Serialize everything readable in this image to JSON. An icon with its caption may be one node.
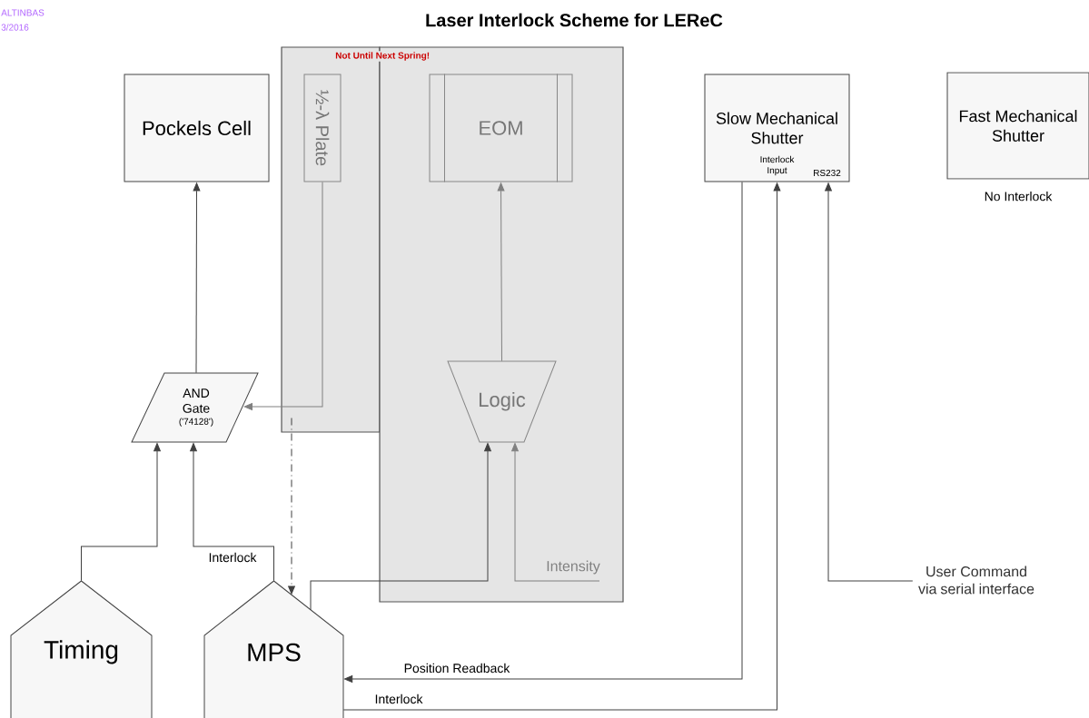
{
  "diagram": {
    "title": "Laser Interlock Scheme for LEReC",
    "nodes": [
      {
        "text": [
          "Pockels Cell"
        ]
      },
      {
        "text": [],
        "shape": "box"
      },
      {
        "text": [
          "½-λ Plate"
        ],
        "in": 1
      },
      {
        "text": [],
        "shape": "box"
      },
      {
        "text": [
          "EOM"
        ],
        "in": 3
      },
      {
        "text": [
          "Logic"
        ],
        "in": 3
      },
      {
        "text": [
          "Intensity"
        ],
        "in": 3
      },
      {
        "text": [
          "Slow Mechanical Shutter",
          "Interlock Input",
          "RS232"
        ]
      },
      {
        "text": [
          "Fast Mechanical Shutter"
        ],
        "beside": [
          "No Interlock"
        ]
      },
      {
        "text": [
          "AND Gate",
          "('74128')"
        ]
      },
      {
        "text": [
          "Timing"
        ]
      },
      {
        "text": [
          "MPS"
        ]
      },
      {
        "text": [
          "User Command via serial interface"
        ]
      }
    ],
    "edges": [
      {
        "from": 9,
        "to": 0,
        "arrow": "to"
      },
      {
        "from": 2,
        "to": 9,
        "arrow": "to",
        "color": "#808080"
      },
      {
        "from": 5,
        "to": 4,
        "arrow": "to",
        "color": "#808080"
      },
      {
        "from": 11,
        "to": 5,
        "arrow": "to"
      },
      {
        "from": 6,
        "to": 5,
        "arrow": "to",
        "color": "#808080"
      },
      {
        "from": 10,
        "to": 9,
        "arrow": "to"
      },
      {
        "from": 11,
        "to": 9,
        "arrow": "to",
        "label": "Interlock"
      },
      {
        "from": 1,
        "to": 11,
        "arrow": "to",
        "style": "dashed"
      },
      {
        "from": 7,
        "to": 11,
        "arrow": "to",
        "label": "Position Readback"
      },
      {
        "from": 11,
        "to": 7,
        "arrow": "to",
        "label": "Interlock"
      },
      {
        "from": 12,
        "to": 7,
        "arrow": "to"
      }
    ],
    "labels": [
      "ALTINBAS",
      "3/2016",
      "Not Until Next Spring!"
    ]
  }
}
